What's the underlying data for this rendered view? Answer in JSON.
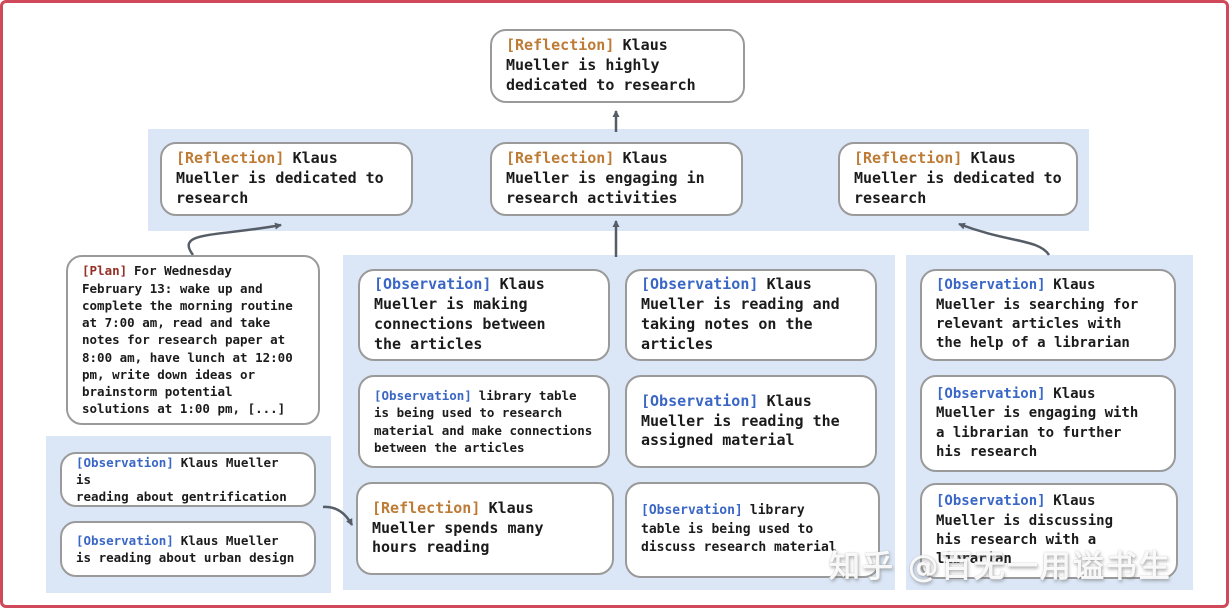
{
  "diagram": {
    "root": {
      "tag": "[Reflection]",
      "text": "Klaus\nMueller is highly\ndedicated to research"
    },
    "reflections": [
      {
        "tag": "[Reflection]",
        "text": "Klaus\nMueller is dedicated to\nresearch"
      },
      {
        "tag": "[Reflection]",
        "text": "Klaus\nMueller is engaging in\nresearch activities"
      },
      {
        "tag": "[Reflection]",
        "text": "Klaus\nMueller is dedicated to\nresearch"
      }
    ],
    "plan": {
      "tag": "[Plan]",
      "text": "For Wednesday\nFebruary 13: wake up and\ncomplete the morning routine\nat 7:00 am, read and take\nnotes for research paper at\n8:00 am, have lunch at 12:00\npm, write down ideas or\nbrainstorm potential\nsolutions at 1:00 pm, [...]"
    },
    "left_observations": [
      {
        "tag": "[Observation]",
        "text": "Klaus Mueller is\nreading about gentrification"
      },
      {
        "tag": "[Observation]",
        "text": "Klaus Mueller\nis reading about urban design"
      }
    ],
    "middle_col1": [
      {
        "tag": "[Observation]",
        "text": "Klaus\nMueller is making\nconnections between\nthe articles"
      },
      {
        "tag": "[Observation]",
        "text": "library table\nis being used to research\nmaterial and make connections\nbetween the articles"
      },
      {
        "tag": "[Reflection]",
        "text": "Klaus\nMueller spends many\nhours reading"
      }
    ],
    "middle_col2": [
      {
        "tag": "[Observation]",
        "text": "Klaus\nMueller is reading and\ntaking notes on the\narticles"
      },
      {
        "tag": "[Observation]",
        "text": "Klaus\nMueller is reading the\nassigned material"
      },
      {
        "tag": "[Observation]",
        "text": "library\ntable is being used to\ndiscuss research material"
      }
    ],
    "right_observations": [
      {
        "tag": "[Observation]",
        "text": "Klaus\nMueller is searching for\nrelevant articles with\nthe help of a librarian"
      },
      {
        "tag": "[Observation]",
        "text": "Klaus\nMueller is engaging with\na librarian to further\nhis research"
      },
      {
        "tag": "[Observation]",
        "text": "Klaus\nMueller is discussing\nhis research with a\nlibrarian"
      }
    ]
  },
  "watermark": "知乎 @百无一用谥书生",
  "colors": {
    "reflection_tag": "#bd7b35",
    "observation_tag": "#3a67c6",
    "plan_tag": "#943026",
    "panel_blue": "#dbe7f7",
    "node_border": "#9a9a9a",
    "frame_red": "#d0495a",
    "arrow": "#565d66"
  }
}
